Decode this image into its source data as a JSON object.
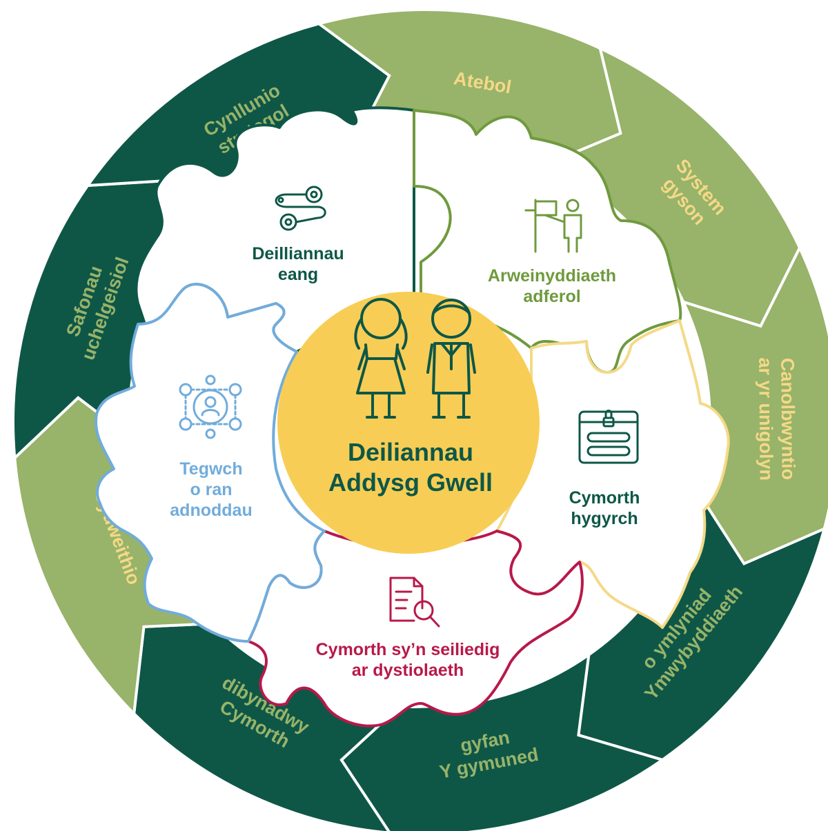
{
  "colors": {
    "dark_green": "#0e5747",
    "light_green": "#98b36a",
    "yellow": "#f7cd55",
    "cream": "#f4d987",
    "dark_text": "#0e5747",
    "olive": "#6f9a3e",
    "blue": "#71acdb",
    "crimson": "#b8194a"
  },
  "center": {
    "line1": "Deiliannau",
    "line2": "Addysg Gwell",
    "icon": "children-icon"
  },
  "ring": [
    {
      "lines": [
        "Atebol"
      ],
      "tone": "light"
    },
    {
      "lines": [
        "System",
        "gyson"
      ],
      "tone": "light"
    },
    {
      "lines": [
        "Canolbwyntio",
        "ar yr unigolyn"
      ],
      "tone": "light"
    },
    {
      "lines": [
        "Ymwybyddiaeth",
        "o ymlyniad"
      ],
      "tone": "dark"
    },
    {
      "lines": [
        "Y gymuned",
        "gyfan"
      ],
      "tone": "dark"
    },
    {
      "lines": [
        "Cymorth",
        "dibynadwy"
      ],
      "tone": "dark"
    },
    {
      "lines": [
        "Cydweithio"
      ],
      "tone": "light"
    },
    {
      "lines": [
        "Safonau",
        "uchelgeisiol"
      ],
      "tone": "dark"
    },
    {
      "lines": [
        "Cynllunio",
        "strategol"
      ],
      "tone": "dark"
    }
  ],
  "pieces": [
    {
      "lines": [
        "Deilliannau",
        "eang"
      ],
      "icon": "pathway-icon",
      "color": "dark"
    },
    {
      "lines": [
        "Arweinyddiaeth",
        "adferol"
      ],
      "icon": "leader-flag-icon",
      "color": "olive"
    },
    {
      "lines": [
        "Cymorth",
        "hygyrch"
      ],
      "icon": "secure-login-icon",
      "color": "yellow"
    },
    {
      "lines": [
        "Cymorth sy’n seiliedig",
        "ar dystiolaeth"
      ],
      "icon": "document-search-icon",
      "color": "crimson"
    },
    {
      "lines": [
        "Tegwch",
        "o ran",
        "adnoddau"
      ],
      "icon": "network-person-icon",
      "color": "blue"
    }
  ]
}
